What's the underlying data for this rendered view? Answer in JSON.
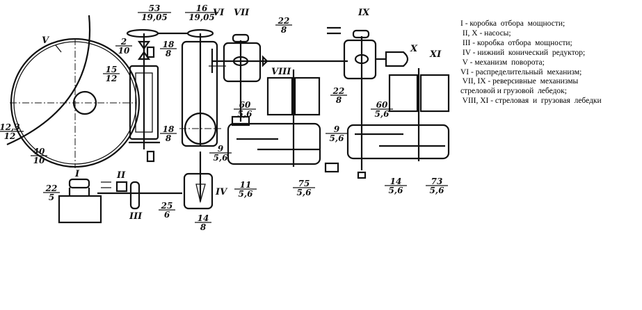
{
  "legend": [
    "I - коробка  отбора  мощности;",
    " II, X - насосы;",
    " III - коробка  отбора  мощности;",
    " IV - нижний  конический  редуктор;",
    " V - механизм  поворота;",
    "VI - распределительный  механизм;",
    " VII, IX - реверсивные  механизмы",
    "стреловой и грузовой  лебедок;",
    " VIII, XI - стреловая  и  грузовая  лебедки"
  ],
  "units": {
    "I": "I",
    "II": "II",
    "III": "III",
    "IV": "IV",
    "V": "V",
    "VI": "VI",
    "VII": "VII",
    "VIII": "VIII",
    "IX": "IX",
    "X": "X",
    "XI": "XI"
  },
  "fractions": {
    "f53": {
      "n": "53",
      "d": "19,05"
    },
    "f16": {
      "n": "16",
      "d": "19,05"
    },
    "f2": {
      "n": "2",
      "d": "10"
    },
    "f15": {
      "n": "15",
      "d": "12"
    },
    "f123": {
      "n": "12,3",
      "d": "12"
    },
    "f40": {
      "n": "40",
      "d": "10"
    },
    "f18a": {
      "n": "18",
      "d": "8"
    },
    "f18b": {
      "n": "18",
      "d": "8"
    },
    "f22a": {
      "n": "22",
      "d": "8"
    },
    "f22b": {
      "n": "22",
      "d": "8"
    },
    "f60a": {
      "n": "60",
      "d": "5,6"
    },
    "f9a": {
      "n": "9",
      "d": "5,6"
    },
    "f11": {
      "n": "11",
      "d": "5,6"
    },
    "f75": {
      "n": "75",
      "d": "5,6"
    },
    "f60b": {
      "n": "60",
      "d": "5,6"
    },
    "f9b": {
      "n": "9",
      "d": "5,6"
    },
    "f14a": {
      "n": "14",
      "d": "5,6"
    },
    "f73": {
      "n": "73",
      "d": "5,6"
    },
    "f22c": {
      "n": "22",
      "d": "5"
    },
    "f25": {
      "n": "25",
      "d": "6"
    },
    "f14b": {
      "n": "14",
      "d": "8"
    }
  }
}
